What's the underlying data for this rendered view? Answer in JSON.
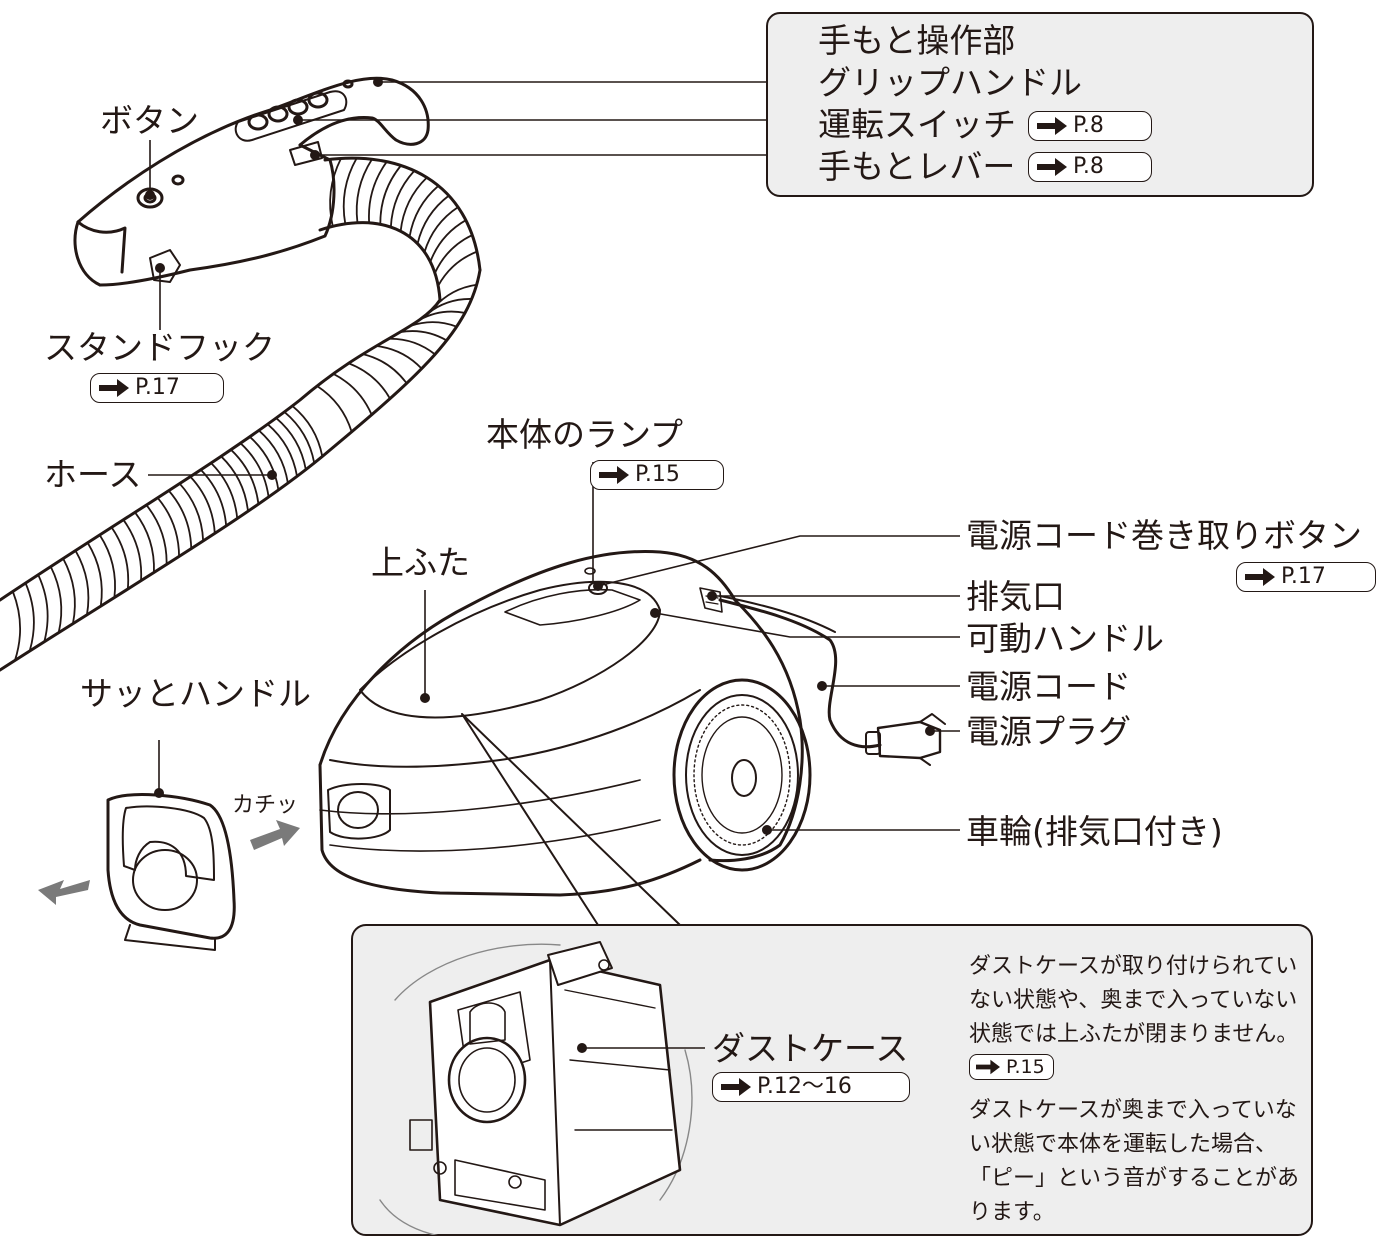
{
  "labels": {
    "handle_controls": "手もと操作部",
    "grip_handle": "グリップハンドル",
    "run_switch": "運転スイッチ",
    "hand_lever": "手もとレバー",
    "button": "ボタン",
    "stand_hook": "スタンドフック",
    "hose": "ホース",
    "lamp": "本体のランプ",
    "top_lid": "上ふた",
    "cord_rewind_button": "電源コード巻き取りボタン",
    "exhaust_port": "排気口",
    "movable_handle": "可動ハンドル",
    "power_cord": "電源コード",
    "power_plug": "電源プラグ",
    "wheel": "車輪(排気口付き)",
    "quick_handle": "サッとハンドル",
    "click_sound": "カチッ",
    "dust_case": "ダストケース"
  },
  "page_refs": {
    "run_switch": "P.8",
    "hand_lever": "P.8",
    "stand_hook": "P.17",
    "lamp": "P.15",
    "cord_rewind_button": "P.17",
    "dust_case": "P.12～16",
    "note": "P.15"
  },
  "note": {
    "p1_before_ref": "ダストケースが取り付けられていない状態や、奥まで入っていない状態では上ふたが閉まりません。",
    "p2": "ダストケースが奥まで入っていない状態で本体を運転した場合、「ピー」という音がすることがあります。"
  },
  "colors": {
    "ink": "#231815",
    "panel": "#eeeeee",
    "arrow_fill": "#7a7a7a"
  },
  "icons": {
    "ref_marker": "right-arrow-icon",
    "direction_arrows": "arrow-icon"
  }
}
